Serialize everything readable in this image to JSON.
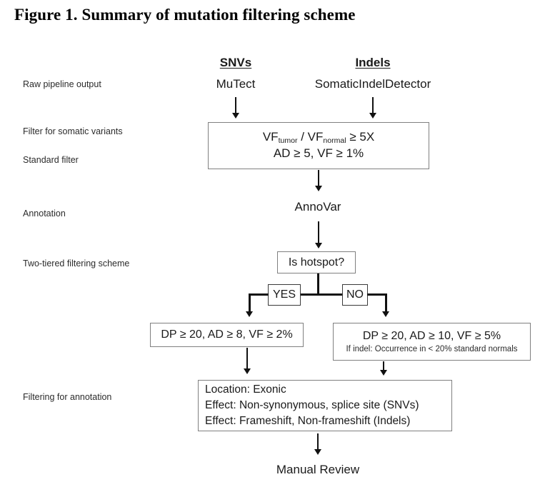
{
  "figure": {
    "title": "Figure 1. Summary of mutation filtering scheme"
  },
  "columns": [
    {
      "name": "snvs",
      "label": "SNVs"
    },
    {
      "name": "indels",
      "label": "Indels"
    }
  ],
  "stage_labels": [
    {
      "name": "raw-pipeline-output",
      "label": "Raw pipeline output"
    },
    {
      "name": "filter-for-somatic-variants",
      "label": "Filter for somatic variants"
    },
    {
      "name": "standard-filter",
      "label": "Standard filter"
    },
    {
      "name": "annotation",
      "label": "Annotation"
    },
    {
      "name": "two-tiered-filtering-scheme",
      "label": "Two-tiered filtering scheme"
    },
    {
      "name": "filtering-for-annotation",
      "label": "Filtering for annotation"
    }
  ],
  "nodes": {
    "mutect": "MuTect",
    "somatic_indel_detector": "SomaticIndelDetector",
    "annovar": "AnnoVar",
    "manual_review": "Manual Review",
    "is_hotspot": "Is hotspot?",
    "yes": "YES",
    "no": "NO"
  },
  "somatic_filter_box": {
    "line1_prefix": "VF",
    "line1_sub1": "tumor",
    "line1_mid": " / VF",
    "line1_sub2": "normal",
    "line1_suffix": " ≥ 5X",
    "line2": "AD ≥ 5, VF ≥ 1%"
  },
  "hotspot_yes_box": {
    "line1": "DP ≥ 20, AD ≥ 8, VF ≥ 2%"
  },
  "hotspot_no_box": {
    "line1": "DP ≥ 20, AD ≥ 10, VF ≥ 5%",
    "line2": "If indel: Occurrence in < 20% standard normals"
  },
  "annotation_filter_box": {
    "line1": "Location: Exonic",
    "line2": "Effect: Non-synonymous, splice site (SNVs)",
    "line3": "Effect: Frameshift, Non-frameshift (Indels)"
  },
  "colors": {
    "background": "#ffffff",
    "text": "#1a1a1a",
    "box_border": "#808080",
    "box_border_dark": "#3a3a3a",
    "connector": "#111111"
  }
}
